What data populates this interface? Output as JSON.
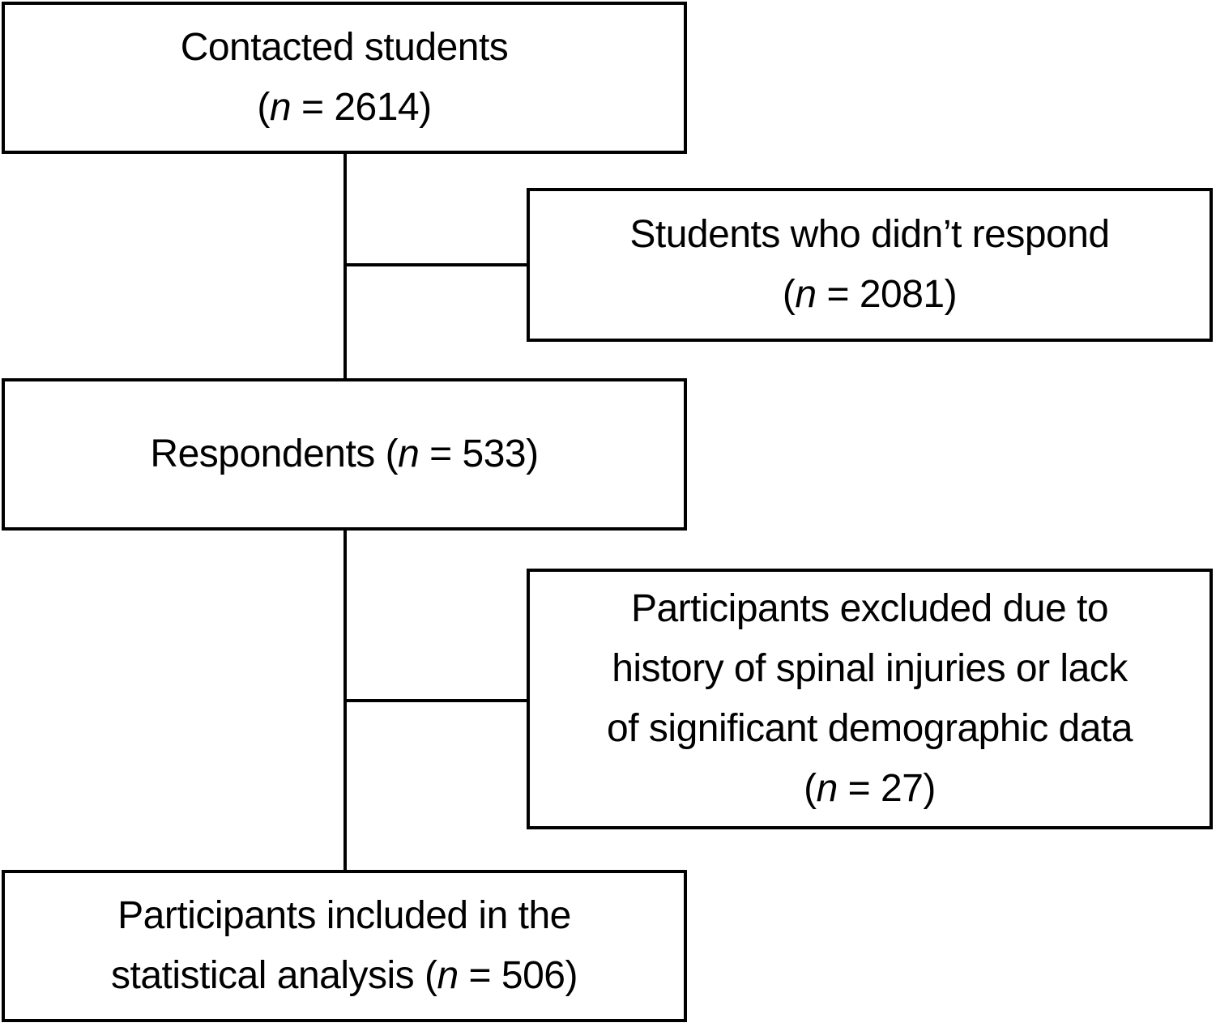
{
  "diagram": {
    "type": "participant-flowchart",
    "background_color": "#ffffff",
    "line_color": "#000000",
    "boxes": [
      {
        "id": "contacted-students",
        "n_value": 2614,
        "lines": [
          {
            "pre": "Contacted students",
            "n": "",
            "post": ""
          },
          {
            "pre": "(",
            "n": "n",
            "post": " = 2614)"
          }
        ]
      },
      {
        "id": "students-no-response",
        "n_value": 2081,
        "lines": [
          {
            "pre": "Students who didn’t respond",
            "n": "",
            "post": ""
          },
          {
            "pre": "(",
            "n": "n",
            "post": " = 2081)"
          }
        ]
      },
      {
        "id": "respondents",
        "n_value": 533,
        "lines": [
          {
            "pre": "Respondents (",
            "n": "n",
            "post": " = 533)"
          }
        ]
      },
      {
        "id": "participants-excluded",
        "n_value": 27,
        "lines": [
          {
            "pre": "Participants excluded due to",
            "n": "",
            "post": ""
          },
          {
            "pre": "history of spinal injuries or lack",
            "n": "",
            "post": ""
          },
          {
            "pre": "of significant demographic data",
            "n": "",
            "post": ""
          },
          {
            "pre": "(",
            "n": "n",
            "post": " = 27)"
          }
        ]
      },
      {
        "id": "participants-included",
        "n_value": 506,
        "lines": [
          {
            "pre": "Participants included in the",
            "n": "",
            "post": ""
          },
          {
            "pre": "statistical analysis (",
            "n": "n",
            "post": " = 506)"
          }
        ]
      }
    ]
  }
}
